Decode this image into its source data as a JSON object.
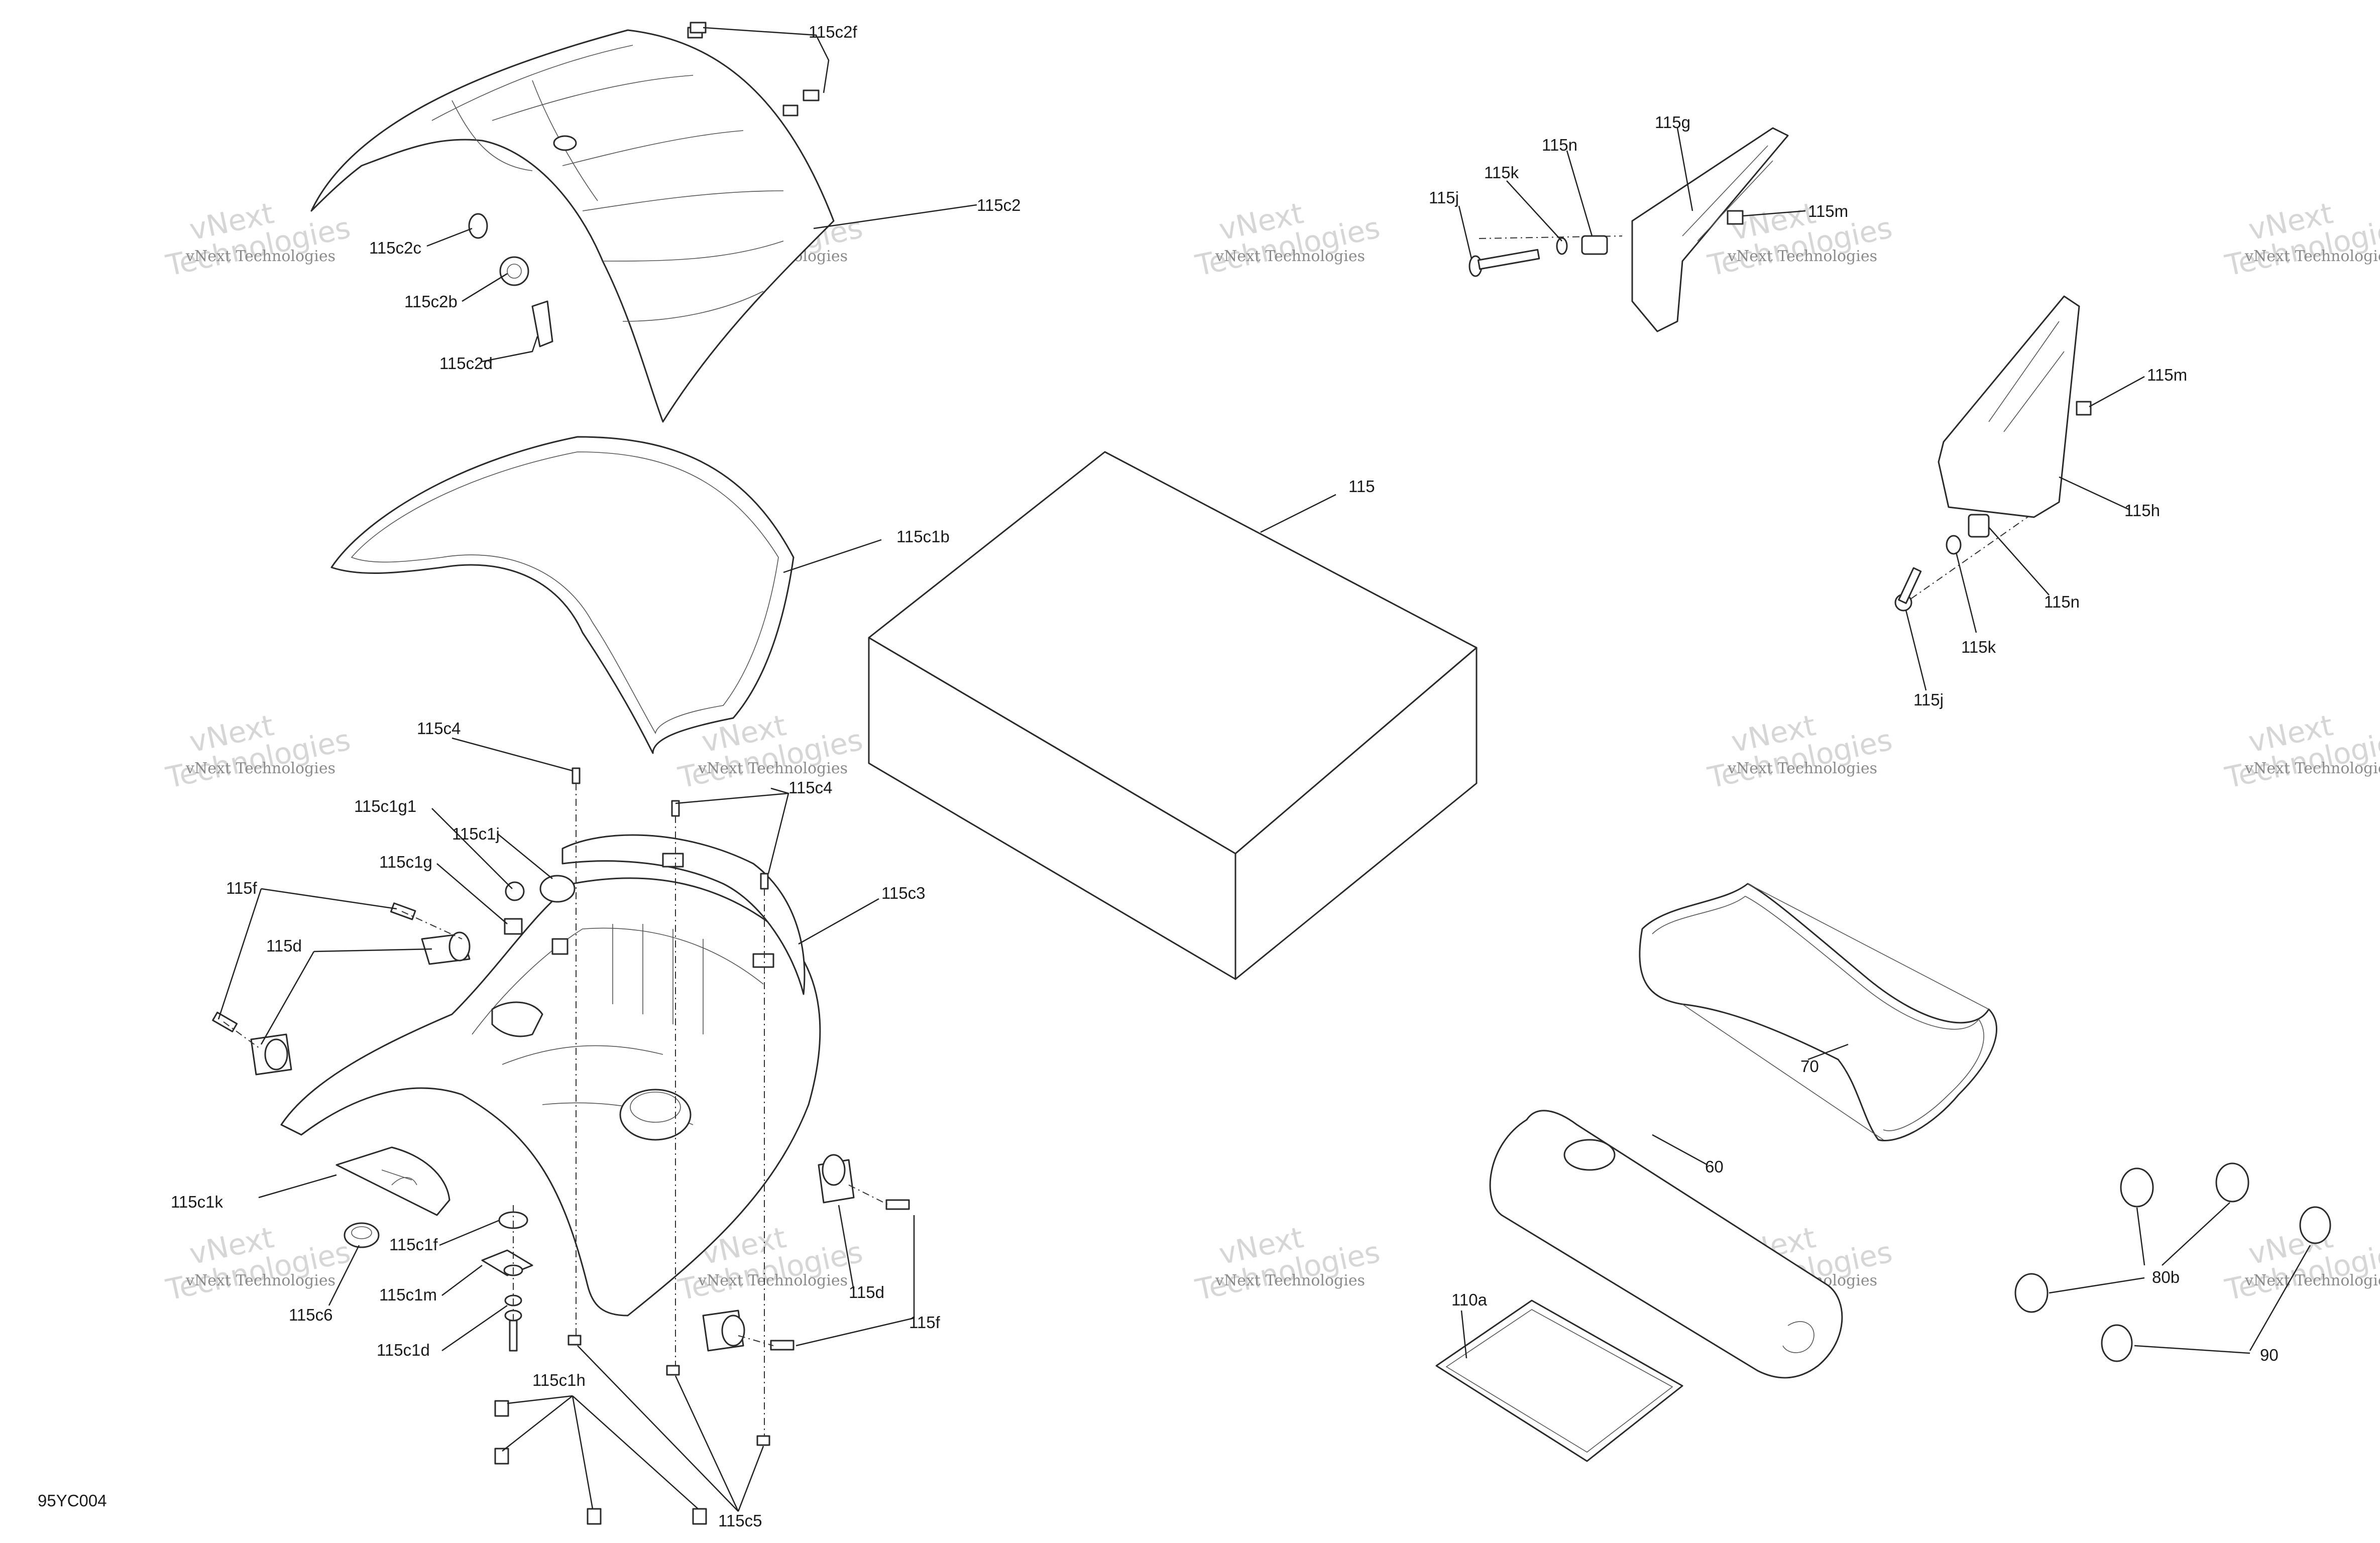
{
  "diagram": {
    "code": "95YC004",
    "watermark_line1": "vNext Technologies",
    "watermark_line2": "Technologies",
    "watermark_top": "vNext",
    "labels": {
      "l_115c2f": "115c2f",
      "l_115c2": "115c2",
      "l_115c2c": "115c2c",
      "l_115c2b": "115c2b",
      "l_115c2d": "115c2d",
      "l_115c1b": "115c1b",
      "l_115": "115",
      "l_115n_top": "115n",
      "l_115g": "115g",
      "l_115k_top": "115k",
      "l_115j_top": "115j",
      "l_115m_top": "115m",
      "l_115m_right": "115m",
      "l_115h": "115h",
      "l_115n_right": "115n",
      "l_115k_right": "115k",
      "l_115j_right": "115j",
      "l_115c4_left": "115c4",
      "l_115c4_right": "115c4",
      "l_115c1g1": "115c1g1",
      "l_115c1j": "115c1j",
      "l_115c1g": "115c1g",
      "l_115f_left": "115f",
      "l_115d_left": "115d",
      "l_115c3": "115c3",
      "l_115c1k": "115c1k",
      "l_115c1f": "115c1f",
      "l_115c1m": "115c1m",
      "l_115c6": "115c6",
      "l_115c1d": "115c1d",
      "l_115c1h": "115c1h",
      "l_115c5": "115c5",
      "l_115d_right": "115d",
      "l_115f_right": "115f",
      "l_70": "70",
      "l_60": "60",
      "l_110a": "110a",
      "l_80b": "80b",
      "l_90": "90"
    }
  }
}
